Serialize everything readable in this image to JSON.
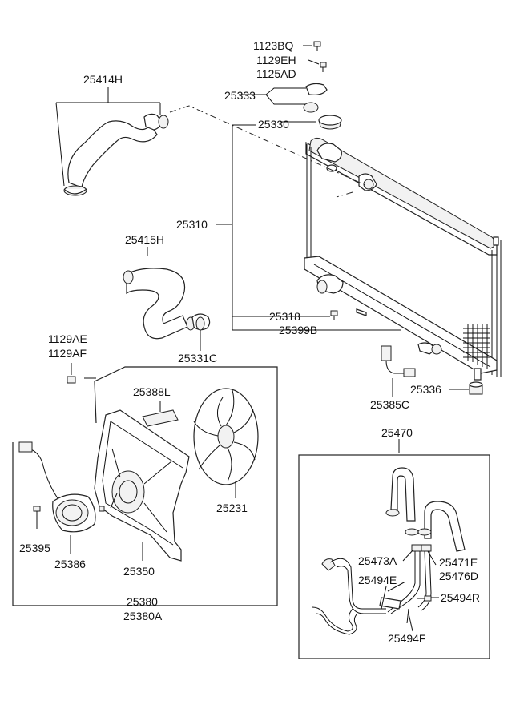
{
  "labels": {
    "p1123BQ": "1123BQ",
    "p1129EH": "1129EH",
    "p1125AD": "1125AD",
    "p25414H": "25414H",
    "p25333": "25333",
    "p25330": "25330",
    "p25310": "25310",
    "p25415H": "25415H",
    "p25318": "25318",
    "p25399B": "25399B",
    "p25331C": "25331C",
    "p1129AE": "1129AE",
    "p1129AF": "1129AF",
    "p25388L": "25388L",
    "p25385C": "25385C",
    "p25336": "25336",
    "p25231": "25231",
    "p25395": "25395",
    "p25386": "25386",
    "p25350": "25350",
    "p25380": "25380",
    "p25380A": "25380A",
    "p25470": "25470",
    "p25473A": "25473A",
    "p25471E": "25471E",
    "p25476D": "25476D",
    "p25494E": "25494E",
    "p25494R": "25494R",
    "p25494F": "25494F"
  }
}
